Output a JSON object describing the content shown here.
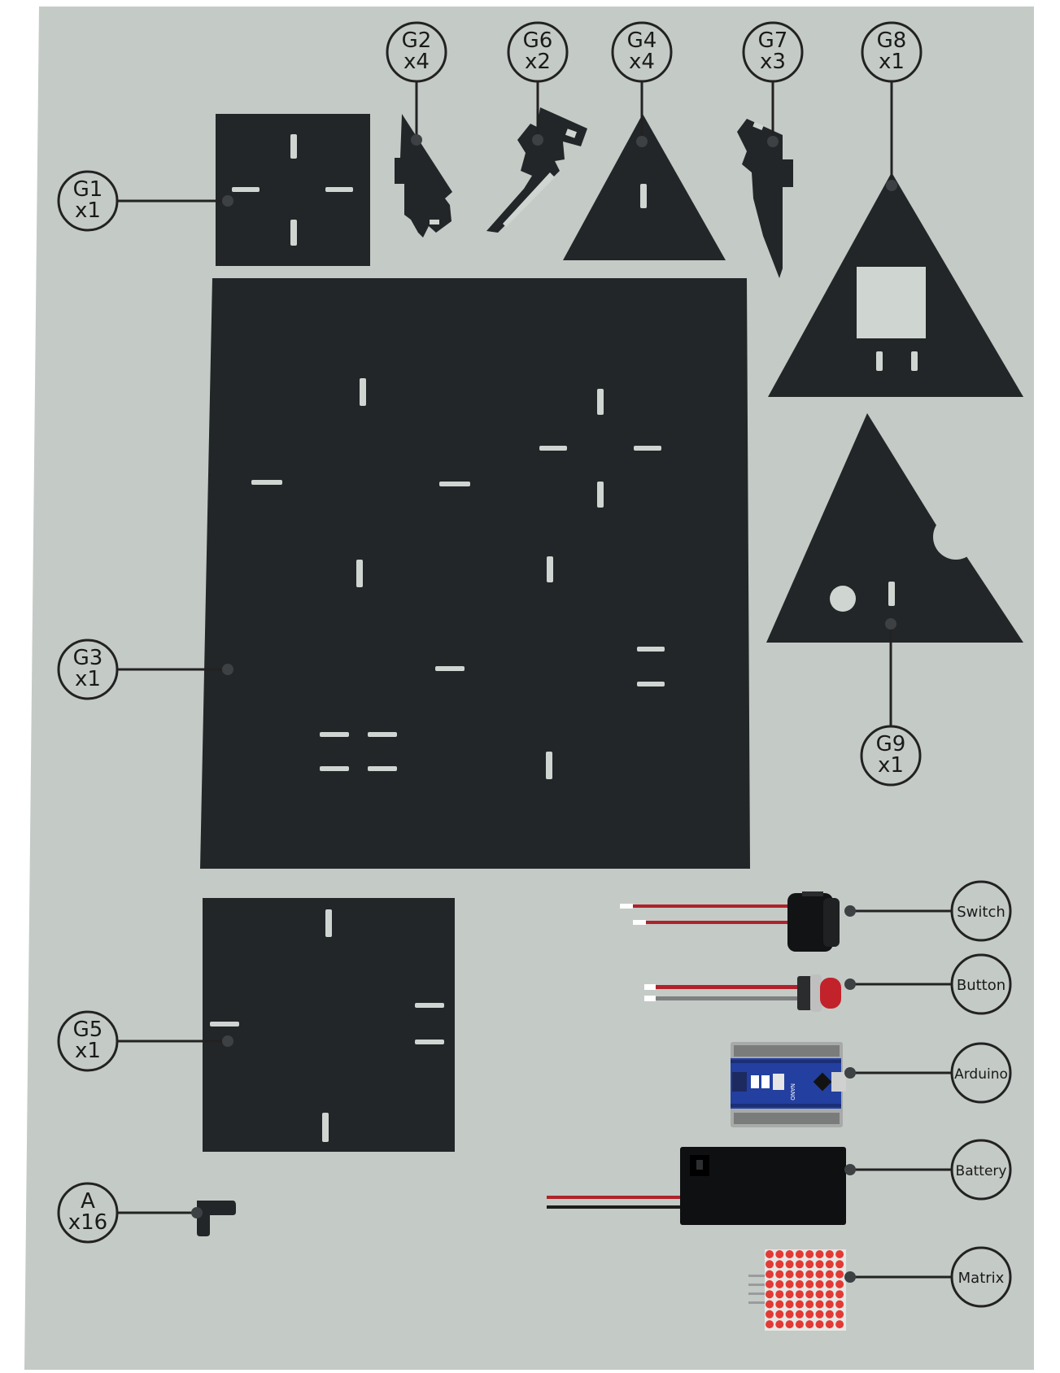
{
  "parts": [
    {
      "id": "g1",
      "code": "G1",
      "qty": "x1"
    },
    {
      "id": "g2",
      "code": "G2",
      "qty": "x4"
    },
    {
      "id": "g6",
      "code": "G6",
      "qty": "x2"
    },
    {
      "id": "g4",
      "code": "G4",
      "qty": "x4"
    },
    {
      "id": "g7",
      "code": "G7",
      "qty": "x3"
    },
    {
      "id": "g8",
      "code": "G8",
      "qty": "x1"
    },
    {
      "id": "g3",
      "code": "G3",
      "qty": "x1"
    },
    {
      "id": "g9",
      "code": "G9",
      "qty": "x1"
    },
    {
      "id": "g5",
      "code": "G5",
      "qty": "x1"
    },
    {
      "id": "a",
      "code": "A",
      "qty": "x16"
    }
  ],
  "components": [
    {
      "id": "switch",
      "label": "Switch"
    },
    {
      "id": "button",
      "label": "Button"
    },
    {
      "id": "arduino",
      "label": "Arduino"
    },
    {
      "id": "battery",
      "label": "Battery"
    },
    {
      "id": "matrix",
      "label": "Matrix"
    }
  ],
  "colors": {
    "background": "#c4cac6",
    "panel": "#232628",
    "slot": "#cfd5d1",
    "line": "#222222",
    "dot": "#3d4143",
    "wire_red": "#b0222a",
    "arduino_blue": "#2340a0",
    "led_red": "#e23a35"
  },
  "arduino": {
    "chip_text": "NANO"
  }
}
